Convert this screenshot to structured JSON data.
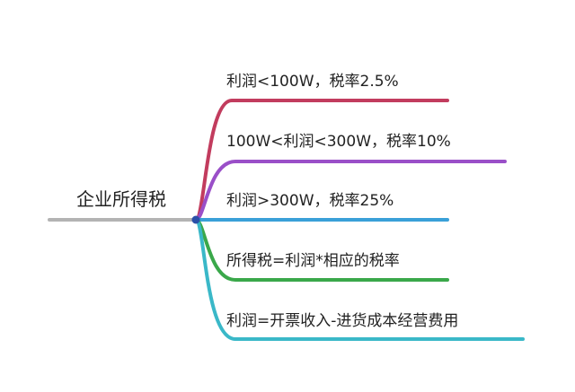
{
  "root": {
    "label": "企业所得税",
    "color": "#b3b3b3",
    "node_color": "#2a4fa8"
  },
  "branches": [
    {
      "label": "利润<100W，税率2.5%",
      "color": "#c23c5e"
    },
    {
      "label": "100W<利润<300W，税率10%",
      "color": "#9a4fc8"
    },
    {
      "label": "利润>300W，税率25%",
      "color": "#3aa0d8"
    },
    {
      "label": "所得税=利润*相应的税率",
      "color": "#3aa84a"
    },
    {
      "label": "利润=开票收入-进货成本经营费用",
      "color": "#3ab8c8"
    }
  ]
}
